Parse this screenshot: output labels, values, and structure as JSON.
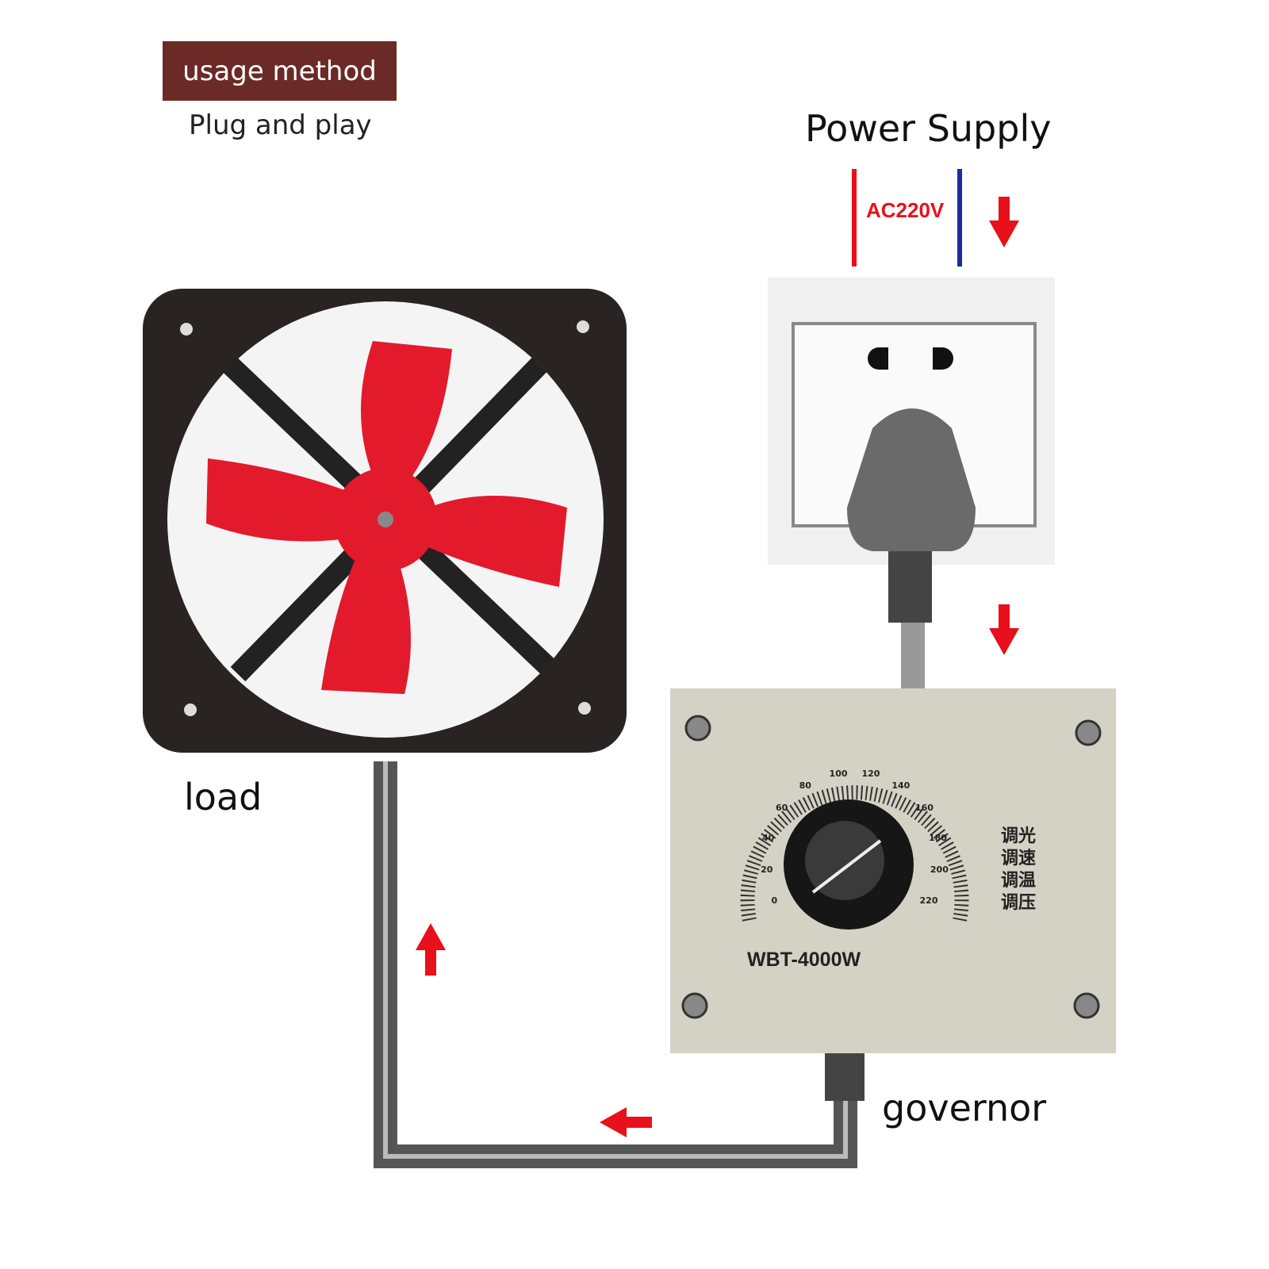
{
  "header": {
    "badge": "usage method",
    "subtitle": "Plug and play"
  },
  "power": {
    "title": "Power Supply",
    "voltage": "AC220V"
  },
  "labels": {
    "load": "load",
    "governor": "governor"
  },
  "governor": {
    "model": "WBT-4000W",
    "functions": [
      "调光",
      "调速",
      "调温",
      "调压"
    ],
    "dial_scale": [
      "0",
      "20",
      "40",
      "60",
      "80",
      "100",
      "120",
      "140",
      "160",
      "180",
      "200",
      "220"
    ]
  },
  "colors": {
    "badge": "#6b2a25",
    "arrow": "#e8101a",
    "live": "#e8101a",
    "neutral": "#1a2aa0",
    "fan_blade": "#e21a2c"
  }
}
